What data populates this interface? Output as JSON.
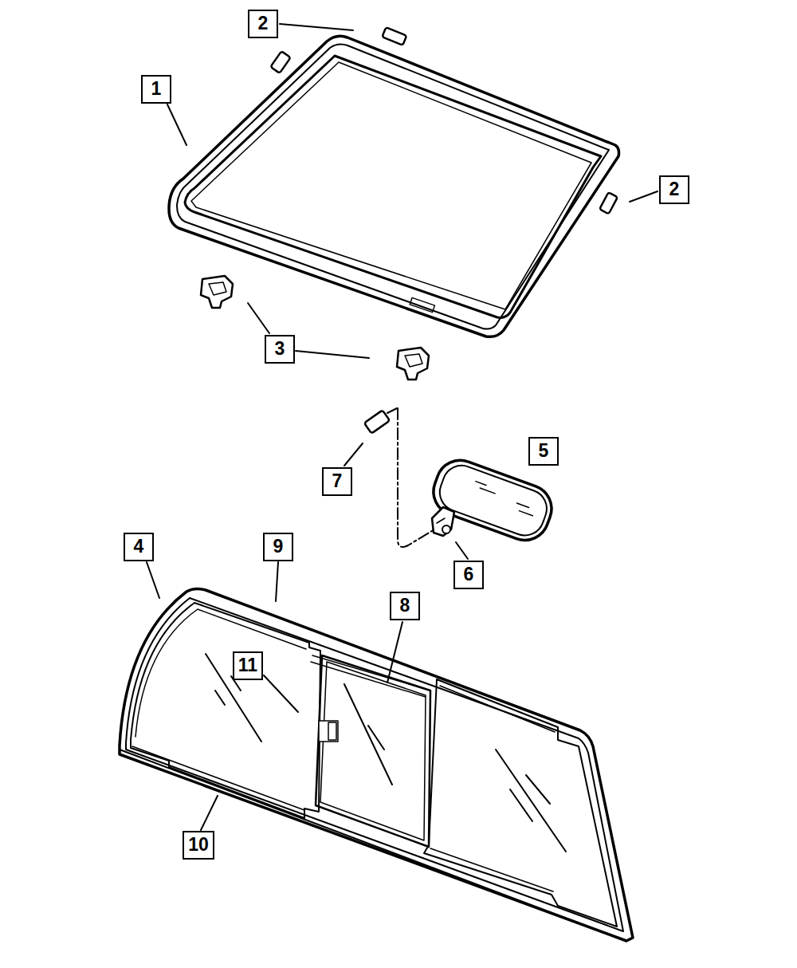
{
  "diagram": {
    "labels": [
      "2",
      "1",
      "2",
      "3",
      "5",
      "7",
      "4",
      "9",
      "6",
      "8",
      "11",
      "10"
    ]
  }
}
